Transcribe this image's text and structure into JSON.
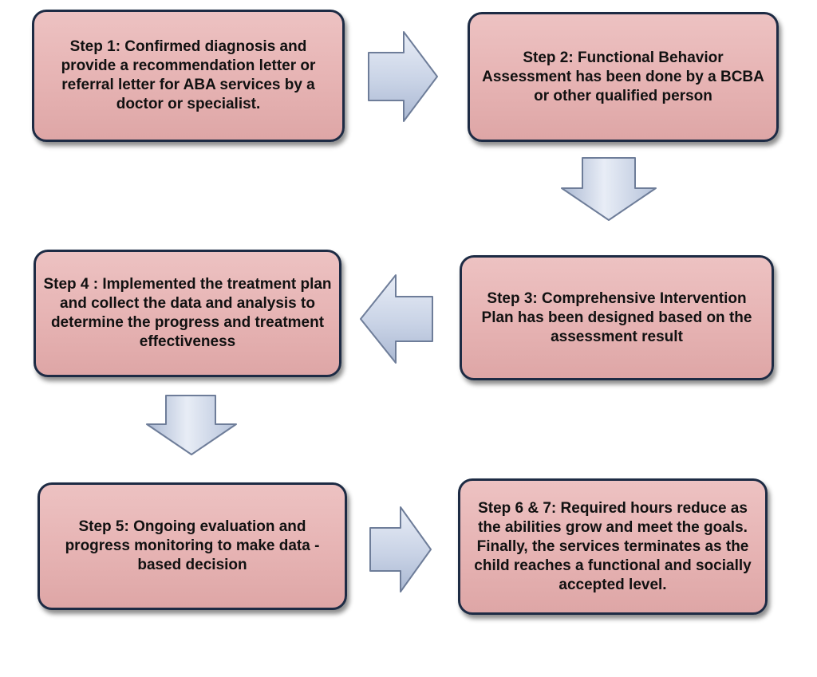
{
  "steps": [
    {
      "id": "step-1",
      "text": "Step 1: Confirmed diagnosis and provide a recommendation letter or referral letter for ABA services by a doctor or specialist."
    },
    {
      "id": "step-2",
      "text": "Step 2: Functional  Behavior Assessment has been done by a BCBA or other qualified person"
    },
    {
      "id": "step-3",
      "text": "Step 3: Comprehensive Intervention Plan has been designed based on the assessment result"
    },
    {
      "id": "step-4",
      "text": "Step 4 : Implemented the treatment plan and collect  the data and analysis to determine the progress and treatment effectiveness"
    },
    {
      "id": "step-5",
      "text": "Step 5: Ongoing evaluation and progress monitoring to make data - based decision"
    },
    {
      "id": "step-6-7",
      "text": "Step 6 & 7: Required hours reduce as the abilities grow and meet the goals. Finally, the services terminates as the child reaches a functional and socially accepted level."
    }
  ],
  "arrows": [
    {
      "from": "step-1",
      "to": "step-2",
      "direction": "right"
    },
    {
      "from": "step-2",
      "to": "step-3",
      "direction": "down"
    },
    {
      "from": "step-3",
      "to": "step-4",
      "direction": "left"
    },
    {
      "from": "step-4",
      "to": "step-5",
      "direction": "down"
    },
    {
      "from": "step-5",
      "to": "step-6-7",
      "direction": "right"
    }
  ],
  "colors": {
    "box_fill": "#e6b3b3",
    "box_border": "#1d2b44",
    "arrow_fill_light": "#e8edf6",
    "arrow_fill_dark": "#aab8d2",
    "arrow_stroke": "#6e7d99",
    "text": "#111111"
  }
}
